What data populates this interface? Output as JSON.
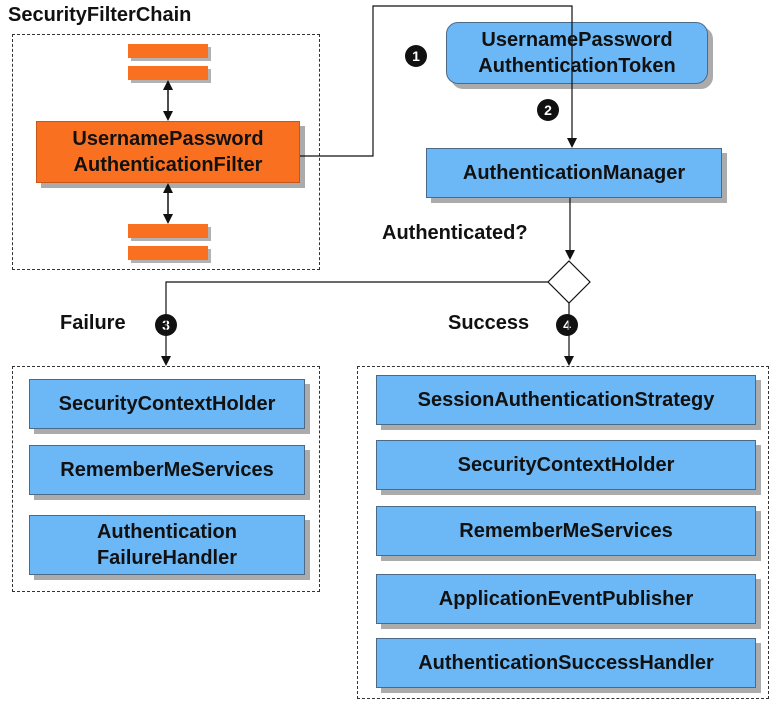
{
  "filter_chain": {
    "title": "SecurityFilterChain",
    "filter_line1": "UsernamePassword",
    "filter_line2": "AuthenticationFilter"
  },
  "token": {
    "line1": "UsernamePassword",
    "line2": "AuthenticationToken"
  },
  "manager": {
    "label": "AuthenticationManager"
  },
  "decision": {
    "label": "Authenticated?"
  },
  "failure": {
    "label": "Failure",
    "step": "3",
    "items": [
      "SecurityContextHolder",
      "RememberMeServices"
    ],
    "handler_line1": "Authentication",
    "handler_line2": "FailureHandler"
  },
  "success": {
    "label": "Success",
    "step": "4",
    "items": [
      "SessionAuthenticationStrategy",
      "SecurityContextHolder",
      "RememberMeServices",
      "ApplicationEventPublisher",
      "AuthenticationSuccessHandler"
    ]
  },
  "steps": {
    "one": "1",
    "two": "2"
  },
  "colors": {
    "filter": "#f97120",
    "component": "#6cb8f6"
  }
}
